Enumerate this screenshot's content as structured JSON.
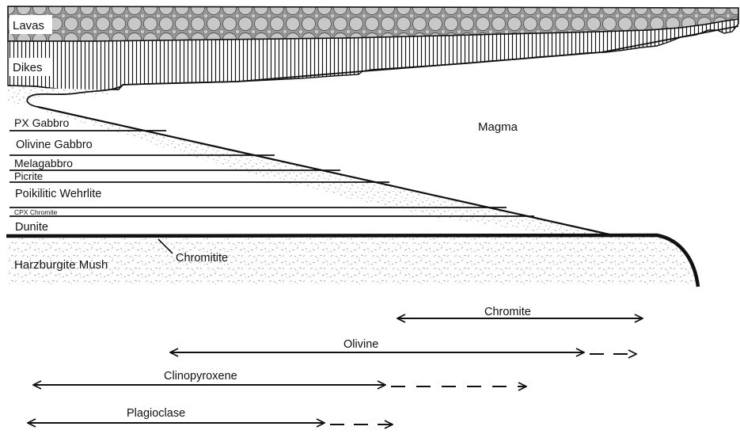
{
  "layers": {
    "lavas": "Lavas",
    "dikes": "Dikes",
    "px_gabbro": "PX Gabbro",
    "olivine_gabbro": "Olivine Gabbro",
    "melagabbro": "Melagabbro",
    "picrite": "Picrite",
    "poikilitic_wehrlite": "Poikilitic Wehrlite",
    "cpx_chromite": "CPX Chromite",
    "dunite": "Dunite",
    "harzburgite": "Harzburgite Mush",
    "chromitite": "Chromitite",
    "magma": "Magma"
  },
  "minerals": {
    "chromite": "Chromite",
    "olivine": "Olivine",
    "clinopyroxene": "Clinopyroxene",
    "plagioclase": "Plagioclase"
  }
}
